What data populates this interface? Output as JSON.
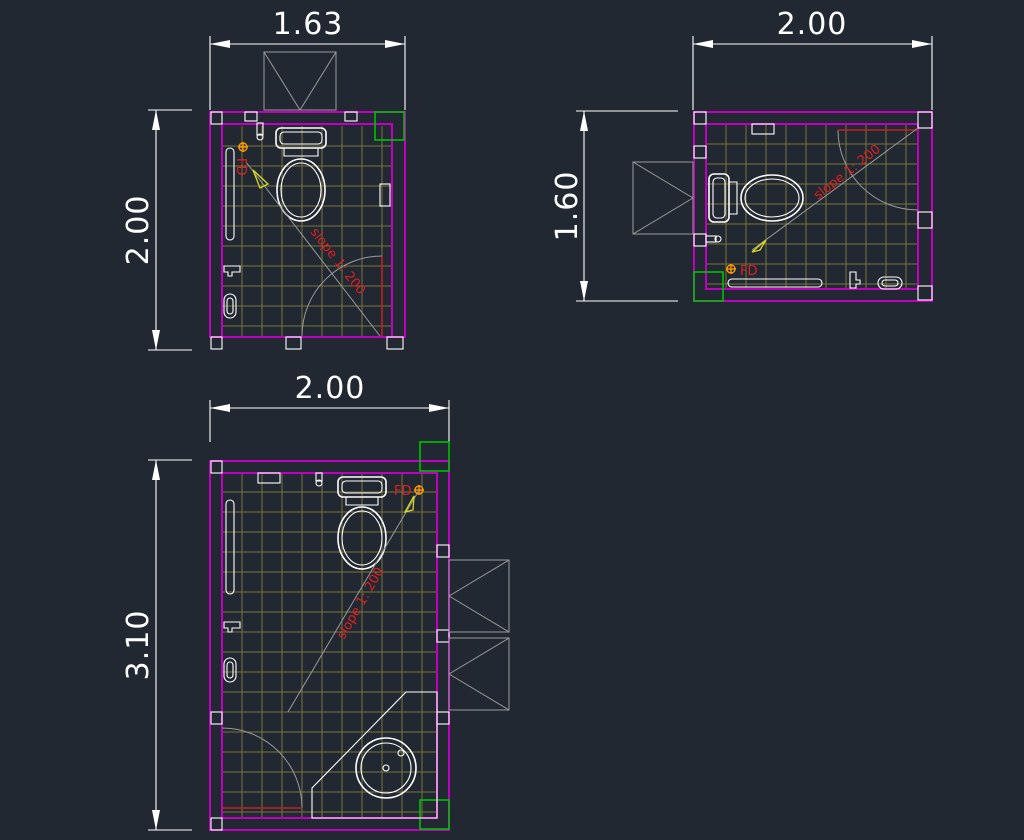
{
  "plans": [
    {
      "width_label": "1.63",
      "height_label": "2.00",
      "floor_drain_label": "FD",
      "slope_label": "slope 1: 200"
    },
    {
      "width_label": "2.00",
      "height_label": "1.60",
      "floor_drain_label": "FD",
      "slope_label": "slope 1: 200"
    },
    {
      "width_label": "2.00",
      "height_label": "3.10",
      "floor_drain_label": "FD",
      "slope_label": "slope 1: 200"
    }
  ],
  "colors": {
    "background": "#222831",
    "walls": "#c000c0",
    "tiles": "#75753f",
    "fixtures": "#ffffff",
    "annotations": "#e02020",
    "columns": "#00c000",
    "floor_drain": "#ff9900"
  }
}
